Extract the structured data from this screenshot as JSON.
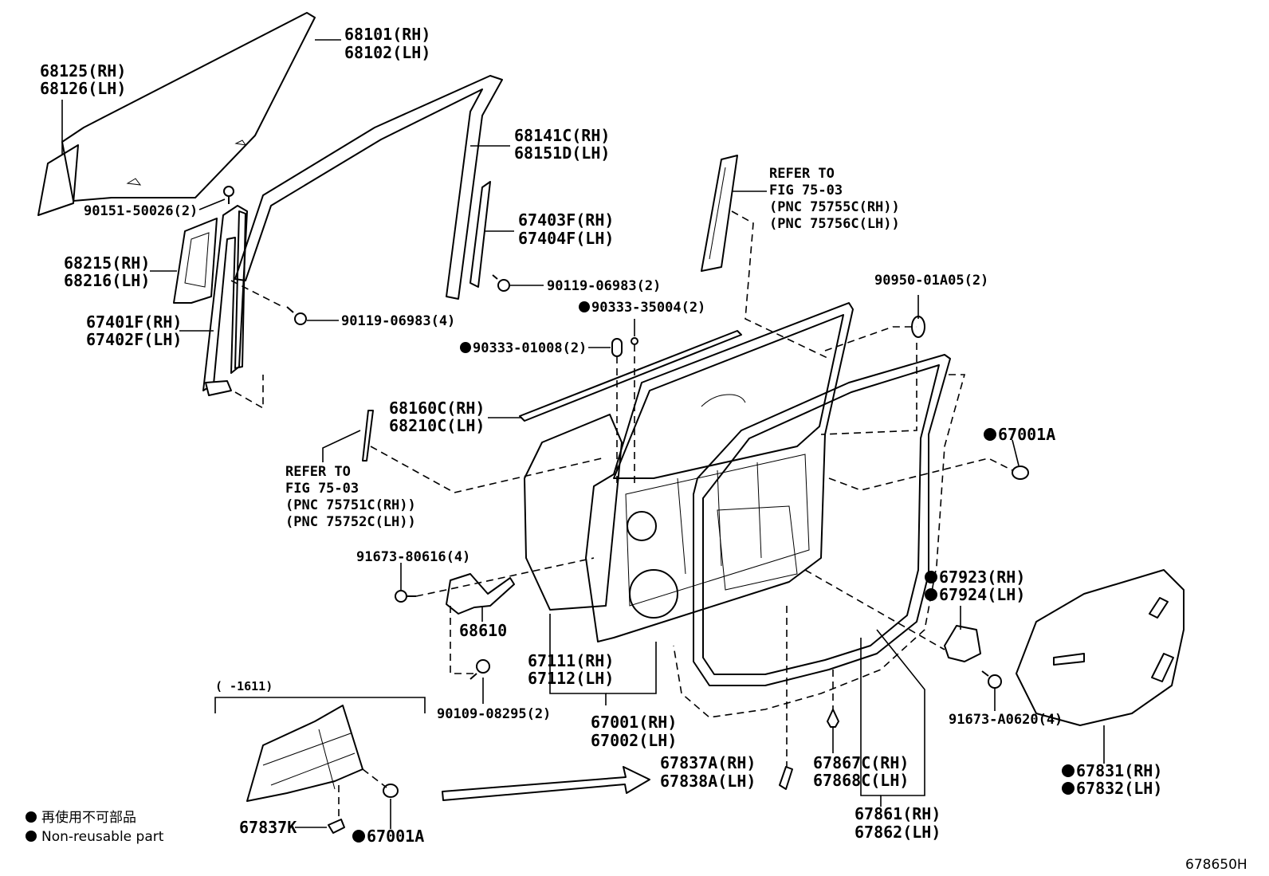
{
  "labels": {
    "l68101": "68101(RH)",
    "l68102": "68102(LH)",
    "l68125": "68125(RH)",
    "l68126": "68126(LH)",
    "l68141": "68141C(RH)",
    "l68151": "68151D(LH)",
    "l90151": "90151-50026(2)",
    "l67403": "67403F(RH)",
    "l67404": "67404F(LH)",
    "l68215": "68215(RH)",
    "l68216": "68216(LH)",
    "l90119a": "90119-06983(2)",
    "l90119b": "90119-06983(4)",
    "l67401": "67401F(RH)",
    "l67402": "67402F(LH)",
    "l90333a": "90333-35004(2)",
    "l90333b": "90333-01008(2)",
    "refer1a": "REFER TO",
    "refer1b": "FIG 75-03",
    "refer1c": "(PNC 75755C(RH))",
    "refer1d": "(PNC 75756C(LH))",
    "l90950": "90950-01A05(2)",
    "l68160": "68160C(RH)",
    "l68210": "68210C(LH)",
    "refer2a": "REFER TO",
    "refer2b": "FIG 75-03",
    "refer2c": "(PNC 75751C(RH))",
    "refer2d": "(PNC 75752C(LH))",
    "l67001a": "67001A",
    "l91673a": "91673-80616(4)",
    "l67923": "67923(RH)",
    "l67924": "67924(LH)",
    "l68610": "68610",
    "l67111": "67111(RH)",
    "l67112": "67112(LH)",
    "l67001": "67001(RH)",
    "l67002": "67002(LH)",
    "l90109": "90109-08295(2)",
    "l91673b": "91673-A0620(4)",
    "l1611": "(     -1611)",
    "l67837a": "67837A(RH)",
    "l67838a": "67838A(LH)",
    "l67867": "67867C(RH)",
    "l67868": "67868C(LH)",
    "l67831": "67831(RH)",
    "l67832": "67832(LH)",
    "l67837k": "67837K",
    "l67001b": "67001A",
    "l67861": "67861(RH)",
    "l67862": "67862(LH)"
  },
  "legend": {
    "jp": "再使用不可部品",
    "en": "Non-reusable part"
  },
  "figure_id": "678650H"
}
